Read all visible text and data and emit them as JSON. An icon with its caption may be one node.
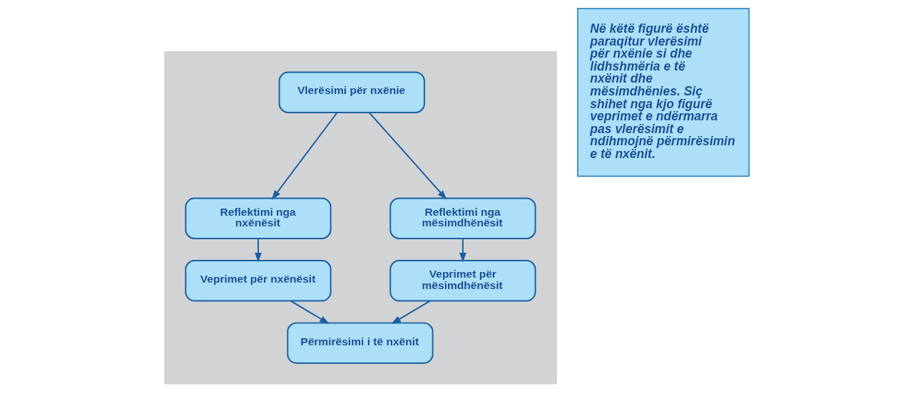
{
  "diagram": {
    "nodes": [
      {
        "text": [],
        "shape": "box"
      },
      {
        "text": [
          "Vlerësimi për nxënie"
        ],
        "in": 0
      },
      {
        "text": [
          "Reflektimi nga nxënësit"
        ],
        "in": 0
      },
      {
        "text": [
          "Reflektimi nga mësimdhënësit"
        ],
        "in": 0
      },
      {
        "text": [
          "Veprimet për nxënësit"
        ],
        "in": 0
      },
      {
        "text": [
          "Veprimet për mësimdhënësit"
        ],
        "in": 0
      },
      {
        "text": [
          "Përmirësimi i të nxënit"
        ],
        "in": 0
      },
      {
        "text": [
          "Në këtë figurë është paraqitur vlerësimi për nxënie si dhe lidhshmëria e të nxënit dhe mësimdhënies. Siç shihet nga kjo figurë veprimet e ndërmarra pas vlerësimit e ndihmojnë përmirësimin e të nxënit."
        ]
      }
    ],
    "edges": [
      {
        "from": 1,
        "to": 2,
        "arrow": "to"
      },
      {
        "from": 1,
        "to": 3,
        "arrow": "to"
      },
      {
        "from": 2,
        "to": 4,
        "arrow": "to"
      },
      {
        "from": 3,
        "to": 5,
        "arrow": "to"
      },
      {
        "from": 4,
        "to": 6,
        "arrow": "to"
      },
      {
        "from": 5,
        "to": 6,
        "arrow": "to"
      }
    ]
  }
}
